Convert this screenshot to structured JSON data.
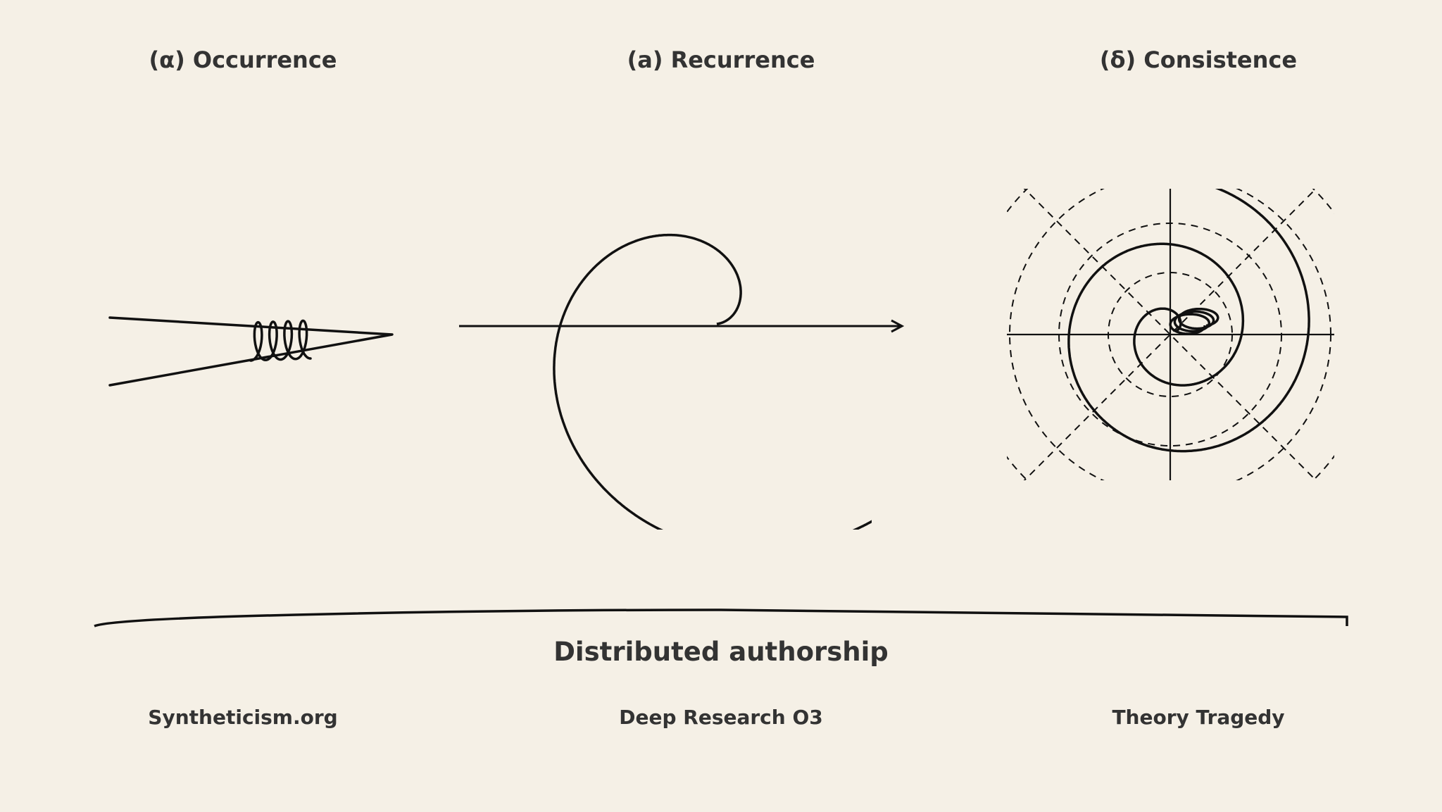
{
  "panels": [
    {
      "label": "(α) Occurrence"
    },
    {
      "label": "(a) Recurrence"
    },
    {
      "label": "(δ) Consistence"
    }
  ],
  "caption": "Distributed authorship",
  "footer": {
    "left": "Syntheticism.org",
    "center": "Deep Research O3",
    "right": "Theory Tragedy"
  },
  "colors": {
    "background": "#f5f0e6",
    "text": "#333333",
    "stroke": "#111111"
  }
}
